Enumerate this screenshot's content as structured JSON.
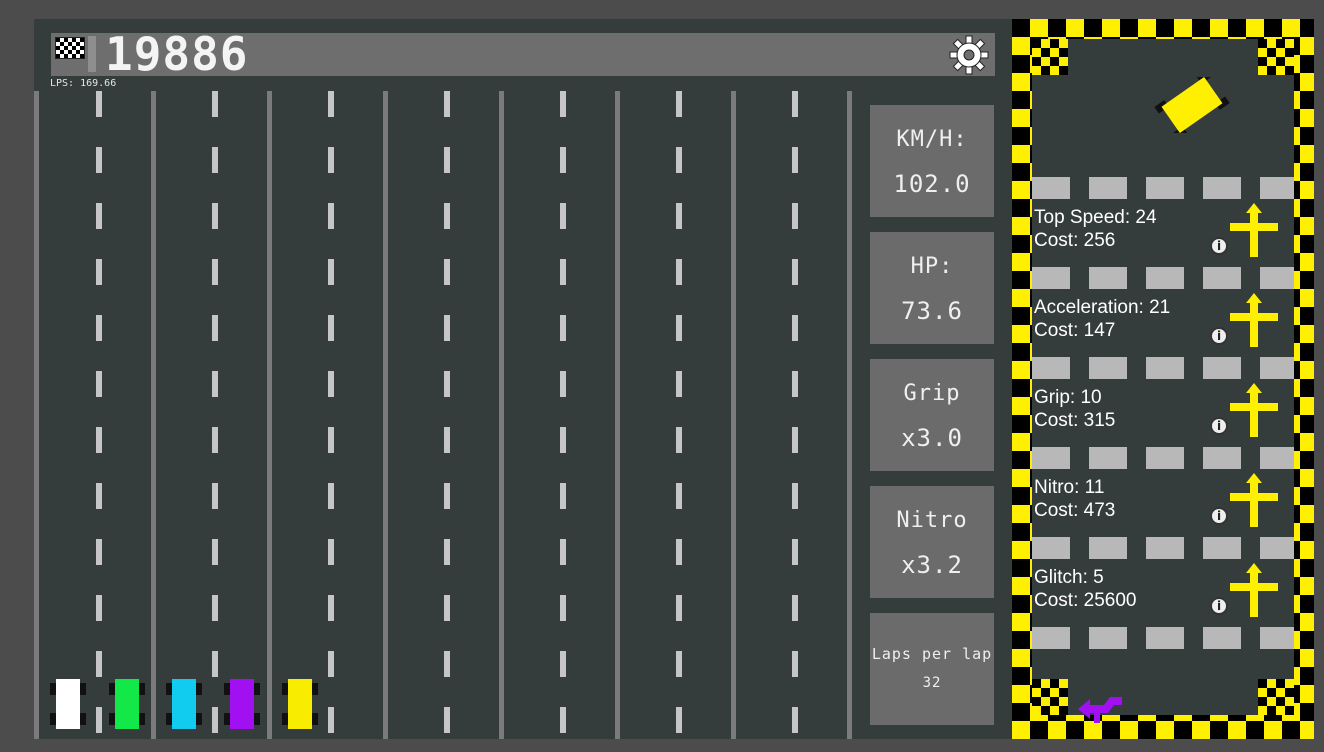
{
  "hud": {
    "score": "19886",
    "lps": "LPS: 169.66"
  },
  "stats": {
    "speed_label": "KM/H:",
    "speed_value": "102.0",
    "hp_label": "HP:",
    "hp_value": "73.6",
    "grip_label": "Grip",
    "grip_value": "x3.0",
    "nitro_label": "Nitro",
    "nitro_value": "x3.2",
    "laps_label": "Laps per lap",
    "laps_value": "32"
  },
  "cars": [
    {
      "color": "#ffffff"
    },
    {
      "color": "#12e848"
    },
    {
      "color": "#12ccf0"
    },
    {
      "color": "#a010f0"
    },
    {
      "color": "#f8ec00"
    }
  ],
  "upgrades": [
    {
      "name": "Top Speed: 24",
      "cost": "Cost: 256"
    },
    {
      "name": "Acceleration: 21",
      "cost": "Cost: 147"
    },
    {
      "name": "Grip: 10",
      "cost": "Cost: 315"
    },
    {
      "name": "Nitro: 11",
      "cost": "Cost: 473"
    },
    {
      "name": "Glitch: 5",
      "cost": "Cost: 25600"
    }
  ],
  "colors": {
    "accent": "#ffef00",
    "player_car": "#ffef00",
    "back_arrow": "#a010f0"
  },
  "icons": {
    "flag": "checkered-flag-icon",
    "settings": "gear-icon",
    "info": "info-icon",
    "upgrade": "upgrade-arrow-icon",
    "back": "back-arrow-icon"
  }
}
